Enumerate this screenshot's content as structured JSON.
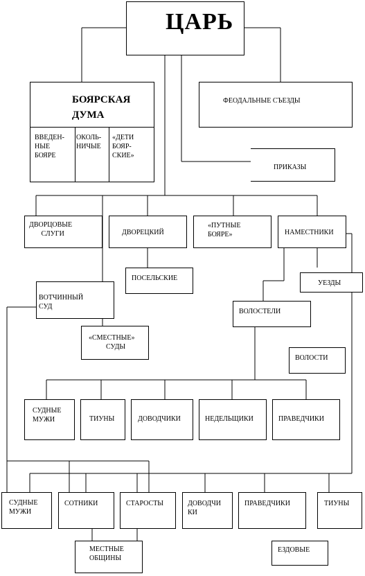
{
  "nodes": {
    "tsar": "ЦАРЬ",
    "boyar_duma": "БОЯРСКАЯ\nДУМА",
    "vvedennye_boyare": "ВВЕДЕН-\nНЫЕ\nБОЯРЕ",
    "okolnichie": "ОКОЛЬ-\nНИЧЫЕ",
    "deti_boyarskie": "«ДЕТИ\nБОЯР-\nСКИЕ»",
    "feudal_congresses": "ФЕОДАЛЬНЫЕ СЪЕЗДЫ",
    "prikazy": "ПРИКАЗЫ",
    "palace_servants": "ДВОРЦОВЫЕ\n       СЛУГИ",
    "dvoretsky": "ДВОРЕЦКИЙ",
    "putnye_boyare": "«ПУТНЫЕ\nБОЯРЕ»",
    "namestniki": "НАМЕСТНИКИ",
    "poselskie": "ПОСЕЛЬСКИЕ",
    "uezdy": "УЕЗДЫ",
    "votchinny_sud": "ВОТЧИННЫЙ\nСУД",
    "volosteli": "ВОЛОСТЕЛИ",
    "smestnye_sudy": "«СМЕСТНЫЕ»\n          СУДЫ",
    "volosti": "ВОЛОСТИ",
    "l1_sudnye_muzhi": "СУДНЫЕ\nМУЖИ",
    "l1_tiuny": "ТИУНЫ",
    "l1_dovodchiki": "ДОВОДЧИКИ",
    "l1_nedelshchiki": "НЕДЕЛЬЩИКИ",
    "l1_pravedchiki": "ПРАВЕДЧИКИ",
    "l2_sudnye_muzhi": "СУДНЫЕ\nМУЖИ",
    "l2_sotniki": "СОТНИКИ",
    "l2_starosty": "СТАРОСТЫ",
    "l2_dovodchiki": "ДОВОДЧИ\nКИ",
    "l2_pravedchiki": "ПРАВЕДЧИКИ",
    "l2_tiuny": "ТИУНЫ",
    "mestnye_obshchiny": "МЕСТНЫЕ\nОБЩИНЫ",
    "ezdovye": "ЕЗДОВЫЕ"
  }
}
